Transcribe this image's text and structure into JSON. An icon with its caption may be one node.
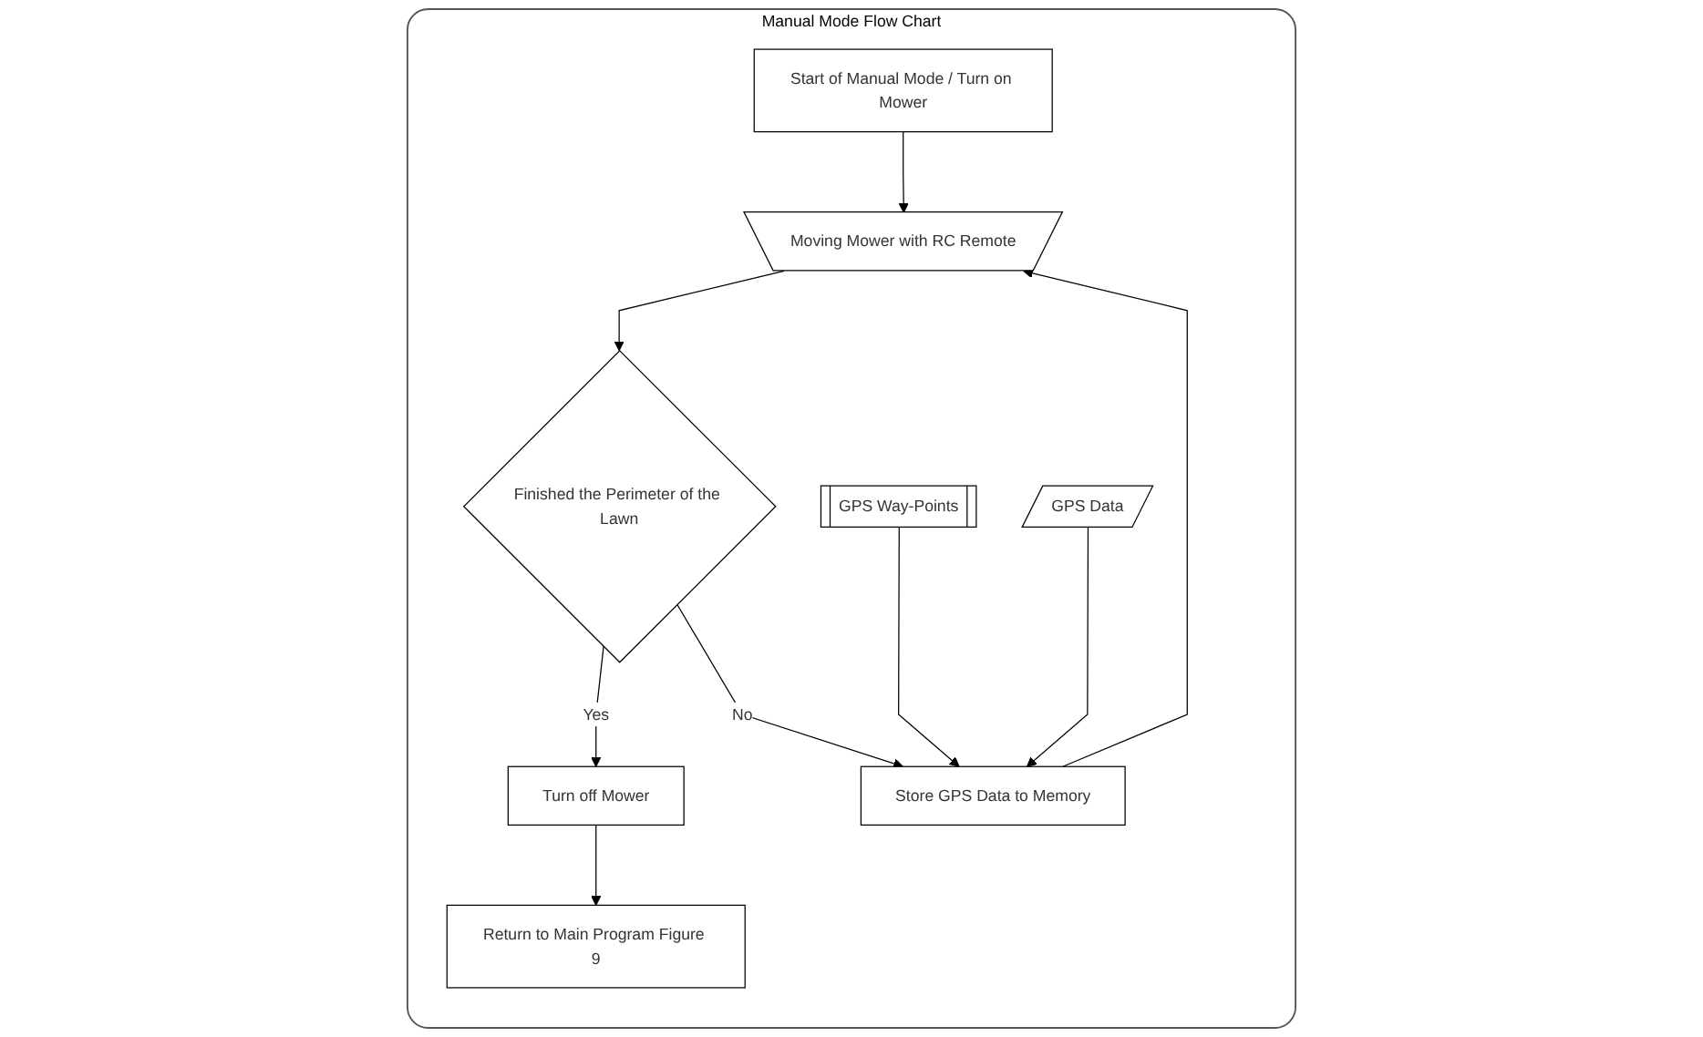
{
  "diagram": {
    "nodes": [
      {
        "text": [
          "Manual Mode Flow Chart"
        ]
      },
      {
        "text": [
          "Start of Manual Mode / Turn on Mower"
        ],
        "in": 0
      },
      {
        "text": [
          "Moving Mower with RC Remote"
        ],
        "in": 0
      },
      {
        "text": [
          "Turn off Mower"
        ],
        "in": 0
      },
      {
        "text": [
          "Finished the Perimeter of the Lawn"
        ],
        "in": 0
      },
      {
        "text": [
          "Store GPS Data to Memory"
        ],
        "in": 0
      },
      {
        "text": [
          "GPS Way-Points"
        ],
        "in": 0
      },
      {
        "text": [
          "Return to Main Program Figure 9"
        ],
        "in": 0
      },
      {
        "text": [
          "GPS Data"
        ],
        "in": 0
      }
    ],
    "edges": [
      {
        "from": 1,
        "to": 2,
        "arrow": "to"
      },
      {
        "from": 2,
        "to": 4,
        "arrow": "to"
      },
      {
        "from": 4,
        "to": 3,
        "arrow": "to",
        "label": "Yes"
      },
      {
        "from": 4,
        "to": 5,
        "arrow": "to",
        "label": "No"
      },
      {
        "from": 5,
        "to": 2,
        "arrow": "to"
      },
      {
        "from": 6,
        "to": 5,
        "arrow": "to"
      },
      {
        "from": 8,
        "to": 5,
        "arrow": "to"
      },
      {
        "from": 3,
        "to": 7,
        "arrow": "to"
      }
    ]
  }
}
